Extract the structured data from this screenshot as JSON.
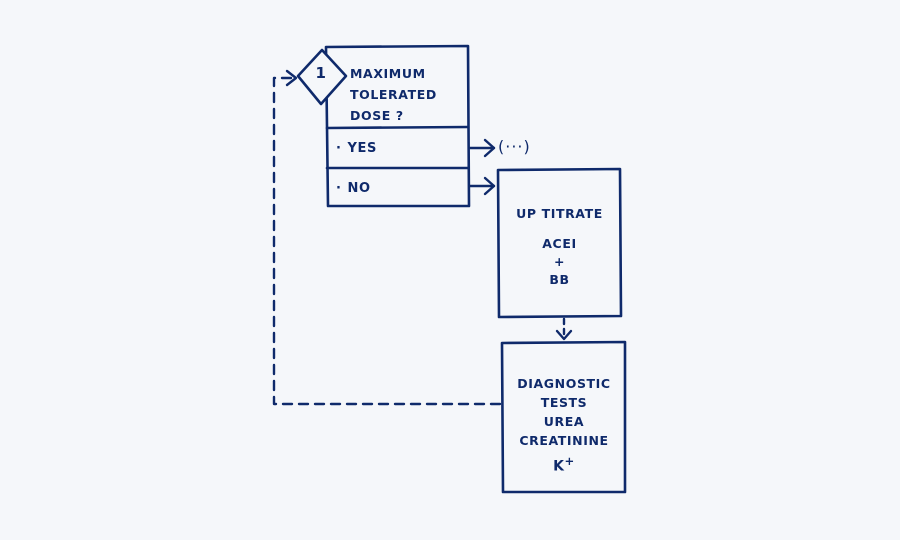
{
  "question": {
    "number": "1",
    "lines": [
      "MAXIMUM",
      "TOLERATED",
      "DOSE ?"
    ],
    "options": [
      {
        "bullet": "·",
        "label": "YES"
      },
      {
        "bullet": "·",
        "label": "NO"
      }
    ]
  },
  "continuation": "(···)",
  "action_box": {
    "title": "UP TITRATE",
    "lines": [
      "ACEI",
      "+",
      "BB"
    ]
  },
  "tests_box": {
    "lines": [
      "DIAGNOSTIC",
      "TESTS",
      "UREA",
      "CREATININE"
    ],
    "potassium": {
      "symbol": "K",
      "charge": "+"
    }
  },
  "colors": {
    "ink": "#0f2a6b",
    "background": "#f5f7fa"
  }
}
